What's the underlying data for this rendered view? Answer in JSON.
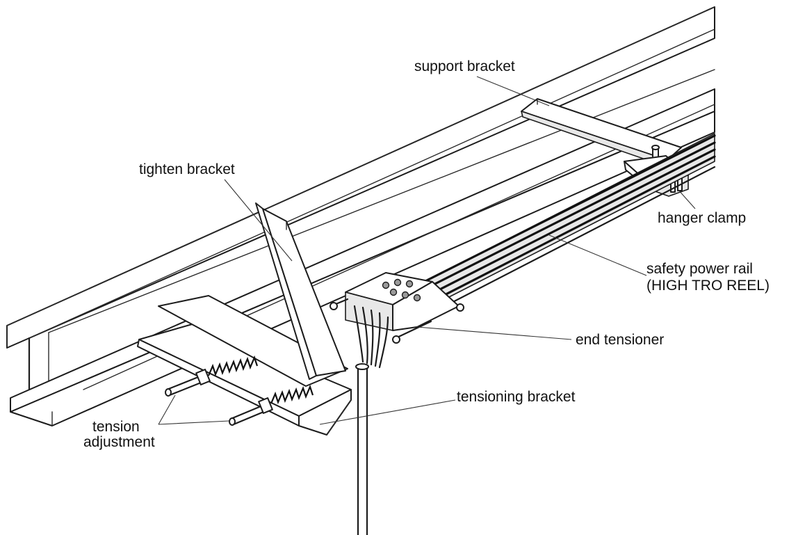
{
  "labels": {
    "support_bracket": "support bracket",
    "tighten_bracket": "tighten bracket",
    "hanger_clamp": "hanger clamp",
    "safety_power_rail_line1": "safety power rail",
    "safety_power_rail_line2": "(HIGH TRO REEL)",
    "end_tensioner": "end tensioner",
    "tensioning_bracket": "tensioning bracket",
    "tension_adjustment_line1": "tension",
    "tension_adjustment_line2": "adjustment"
  },
  "colors": {
    "line": "#1c1c1c",
    "background": "#ffffff"
  }
}
